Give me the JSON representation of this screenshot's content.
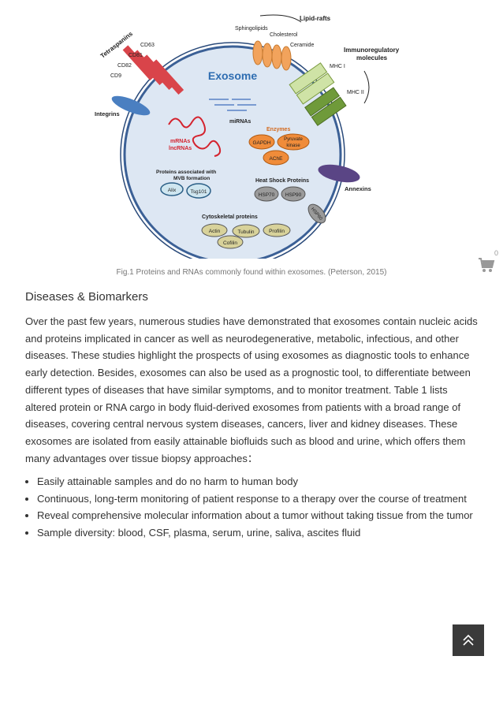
{
  "figure": {
    "exosome_label": "Exosome",
    "tetraspanins": "Tetraspanins",
    "cd63": "CD63",
    "cd81": "CD81",
    "cd82": "CD82",
    "cd9": "CD9",
    "integrins": "Integrins",
    "sphingolipids": "Sphingolipids",
    "lipid_rafts": "Lipid-rafts",
    "cholesterol": "Cholesterol",
    "ceramide": "Ceramide",
    "immuno_line1": "Immunoregulatory",
    "immuno_line2": "molecules",
    "mhc1": "MHC I",
    "mhc2": "MHC II",
    "mirnas": "miRNAs",
    "mrnas": "mRNAs",
    "lncrnas": "lncRNAs",
    "enzymes": "Enzymes",
    "gapdh": "GAPDH",
    "pyruvate1": "Pyruvate",
    "pyruvate2": "kinase",
    "ache": "AChE",
    "annexins": "Annexins",
    "mvb_line1": "Proteins associated with",
    "mvb_line2": "MVB formation",
    "alix": "Alix",
    "tsg101": "Tsg101",
    "hsp_title": "Heat Shock Proteins",
    "hsp70": "HSP70",
    "hsp90": "HSP90",
    "hsp60": "HSP60",
    "cyto_title": "Cytoskeletal proteins",
    "actin": "Actin",
    "tubulin": "Tubulin",
    "profilin": "Profilin",
    "cofilin": "Cofilin"
  },
  "caption": "Fig.1 Proteins and RNAs commonly found within exosomes. (Peterson, 2015)",
  "cart": {
    "count": "0",
    "icon": "cart-icon"
  },
  "section": {
    "heading": "Diseases & Biomarkers",
    "paragraph": "Over the past few years, numerous studies have demonstrated that exosomes contain nucleic acids and proteins implicated in cancer as well as neurodegenerative, metabolic, infectious, and other diseases. These studies highlight the prospects of using exosomes as diagnostic tools to enhance early detection. Besides, exosomes can also be used as a prognostic tool, to differentiate between different types of diseases that have similar symptoms, and to monitor treatment. Table 1 lists altered protein or RNA cargo in body fluid-derived exosomes from patients with a broad range of diseases, covering central nervous system diseases, cancers, liver and kidney diseases. These exosomes are isolated from easily attainable biofluids such as blood and urine, which offers them many advantages over tissue biopsy approaches：",
    "bullets": [
      "Easily attainable samples and do no harm to human body",
      "Continuous, long-term monitoring of patient response to a therapy over the course of treatment",
      "Reveal comprehensive molecular information about a tumor without taking tissue from the tumor",
      "Sample diversity: blood, CSF, plasma, serum, urine, saliva, ascites fluid"
    ]
  },
  "back_to_top": {
    "icon": "double-chevron-up-icon"
  }
}
